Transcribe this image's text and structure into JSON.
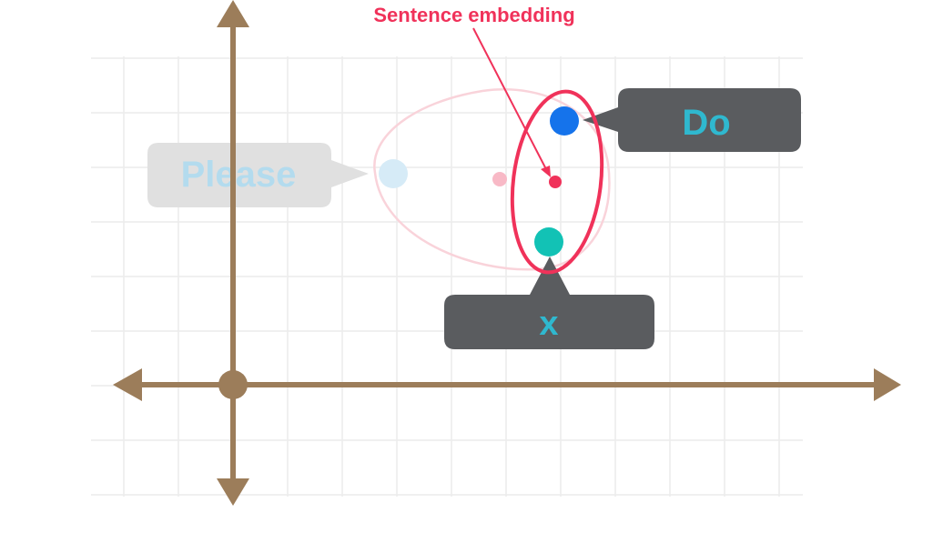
{
  "annotation": {
    "text": "Sentence embedding",
    "color": "#f0325a"
  },
  "tokens": {
    "please": {
      "text": "Please",
      "text_color": "#b3dbee",
      "bubble_color": "#e0e0e0",
      "dot_color": "#d6ebf7"
    },
    "do": {
      "text": "Do",
      "text_color": "#2fb8cf",
      "bubble_color": "#5a5c5f",
      "dot_color": "#1573eb"
    },
    "x": {
      "text": "x",
      "text_color": "#2fb8cf",
      "bubble_color": "#5a5c5f",
      "dot_color": "#12c2b5"
    }
  },
  "colors": {
    "axis": "#9c7d5a",
    "grid": "#ececec",
    "old_cluster": "#f9d3da",
    "old_embedding": "#f8b9c6",
    "new_cluster": "#f0325a",
    "new_embedding": "#f0325a"
  }
}
